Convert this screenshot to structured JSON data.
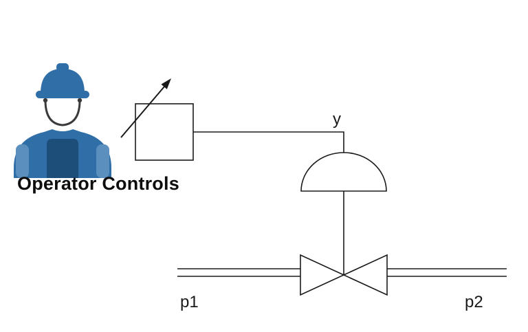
{
  "diagram": {
    "operator_label": "Operator Controls",
    "signal_label": "y",
    "inlet_label": "p1",
    "outlet_label": "p2",
    "colors": {
      "operator_primary": "#2f6ea6",
      "operator_arm": "#5b8fbe",
      "operator_dark": "#1d4e79",
      "operator_strap": "#3a3a3a",
      "line": "#1a1a1a"
    }
  }
}
